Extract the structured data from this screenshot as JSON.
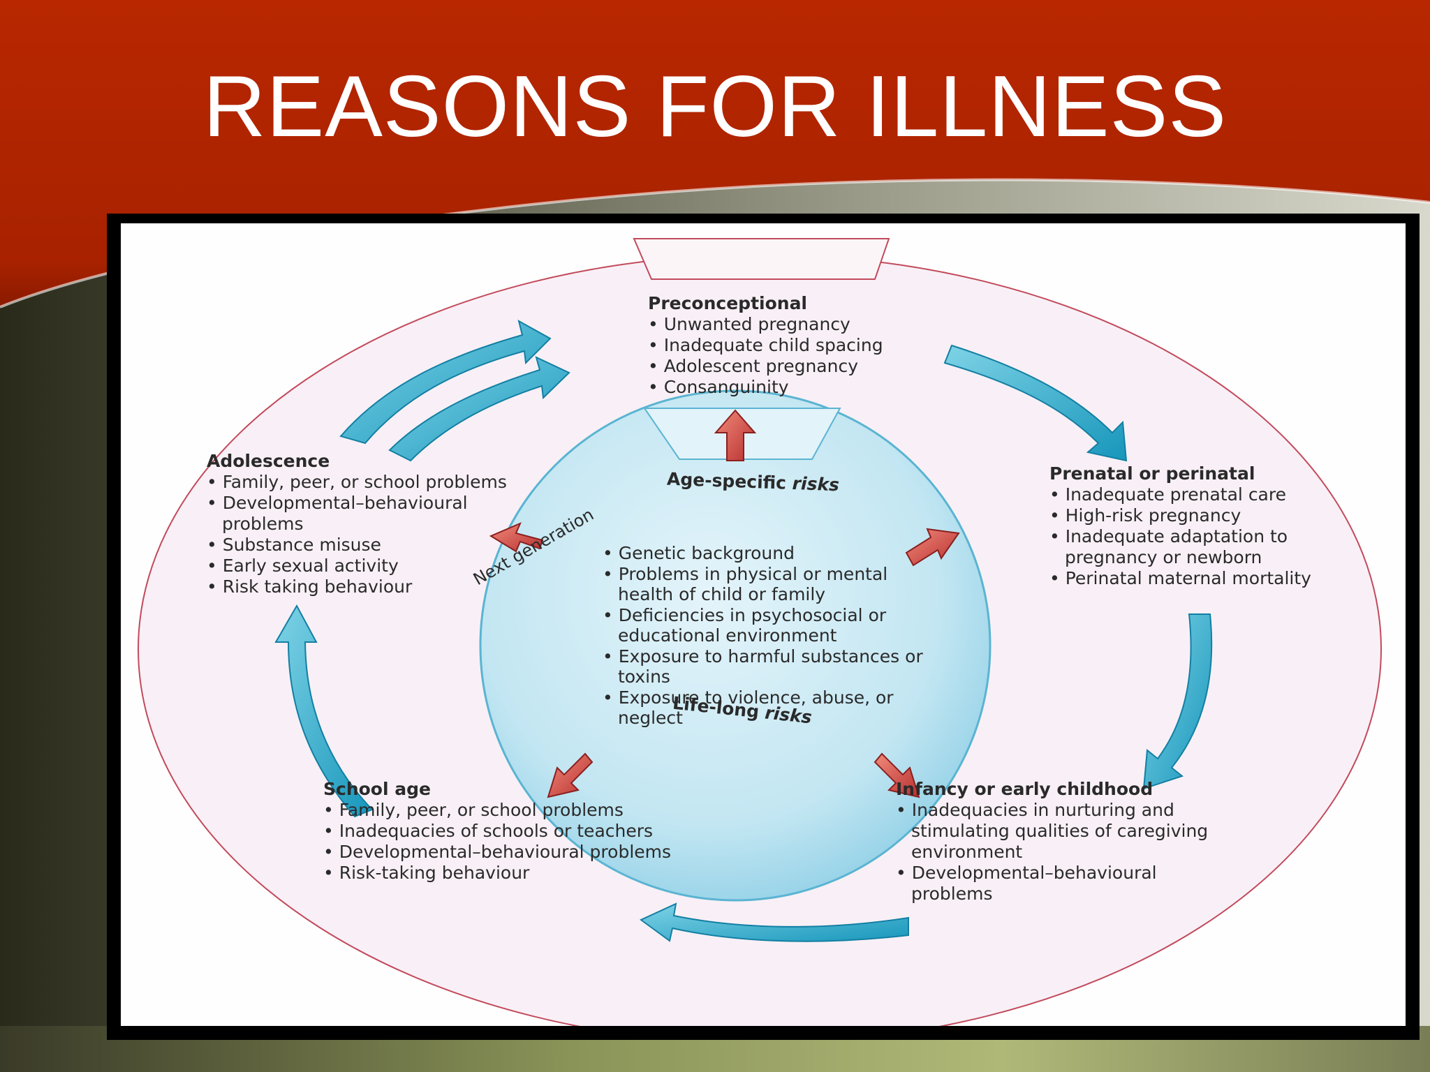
{
  "slide": {
    "title": "REASONS FOR ILLNESS"
  },
  "colors": {
    "header_red": "#b52500",
    "cycle_arrow_blue": "#1aa3c4",
    "risk_arrow_red": "#c0403d",
    "outer_ring_line": "#c24a5c",
    "inner_circle_fill": "#bfe6f3"
  },
  "diagram": {
    "age_specific_label": "Age-specific",
    "age_specific_label_italic": "risks",
    "life_long_label": "Life-long",
    "life_long_label_italic": "risks",
    "next_generation_label": "Next generation",
    "stages": {
      "preconceptional": {
        "heading": "Preconceptional",
        "items": [
          "Unwanted pregnancy",
          "Inadequate child spacing",
          "Adolescent pregnancy",
          "Consanguinity"
        ]
      },
      "prenatal": {
        "heading": "Prenatal or perinatal",
        "items": [
          "Inadequate prenatal care",
          "High-risk pregnancy",
          "Inadequate adaptation to pregnancy or newborn",
          "Perinatal maternal mortality"
        ]
      },
      "infancy": {
        "heading": "Infancy or early childhood",
        "items": [
          "Inadequacies in nurturing and stimulating qualities of caregiving environment",
          "Developmental–behavioural problems"
        ]
      },
      "school_age": {
        "heading": "School age",
        "items": [
          "Family, peer, or school problems",
          "Inadequacies of schools or teachers",
          "Developmental–behavioural problems",
          "Risk-taking behaviour"
        ]
      },
      "adolescence": {
        "heading": "Adolescence",
        "items": [
          "Family, peer, or school problems",
          "Developmental–behavioural problems",
          "Substance misuse",
          "Early sexual activity",
          "Risk taking behaviour"
        ]
      }
    },
    "life_long_items": [
      "Genetic background",
      "Problems in physical or mental health of child or family",
      "Deficiencies in psychosocial or educational environment",
      "Exposure to harmful substances or toxins",
      "Exposure to violence, abuse, or neglect"
    ]
  }
}
